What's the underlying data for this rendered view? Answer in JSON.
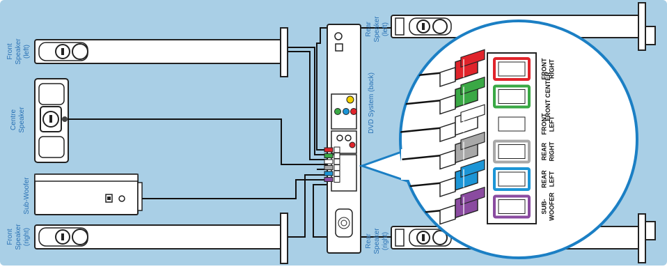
{
  "colors": {
    "background": "#a9cfe6",
    "label": "#2a72b5",
    "zoom_border": "#1b7fc4",
    "red": "#e0242b",
    "green": "#3aa845",
    "white": "#ffffff",
    "grey": "#a8a8a8",
    "blue": "#1c95d6",
    "purple": "#8a4ba0"
  },
  "labels": {
    "front_left": [
      "Front",
      "Speaker",
      "(left)"
    ],
    "centre": [
      "Centre",
      "Speaker"
    ],
    "subwoofer": [
      "Sub-Woofer"
    ],
    "front_right": [
      "Front",
      "Speaker",
      "(right)"
    ],
    "rear_left": [
      "Rear",
      "Speaker",
      "(left)"
    ],
    "rear_right": [
      "Rear",
      "Speaker",
      "(right)"
    ],
    "dvd_system": "DVD System (back)"
  },
  "sockets": [
    {
      "color": "red",
      "lines": [
        "FRONT",
        "RIGHT"
      ]
    },
    {
      "color": "green",
      "lines": [
        "FRONT CENTER"
      ]
    },
    {
      "color": "white",
      "lines": [
        "FRONT",
        "LEFT"
      ]
    },
    {
      "color": "grey",
      "lines": [
        "REAR",
        "RIGHT"
      ]
    },
    {
      "color": "blue",
      "lines": [
        "REAR",
        "LEFT"
      ]
    },
    {
      "color": "purple",
      "lines": [
        "SUB-",
        "WOOFER"
      ]
    }
  ]
}
